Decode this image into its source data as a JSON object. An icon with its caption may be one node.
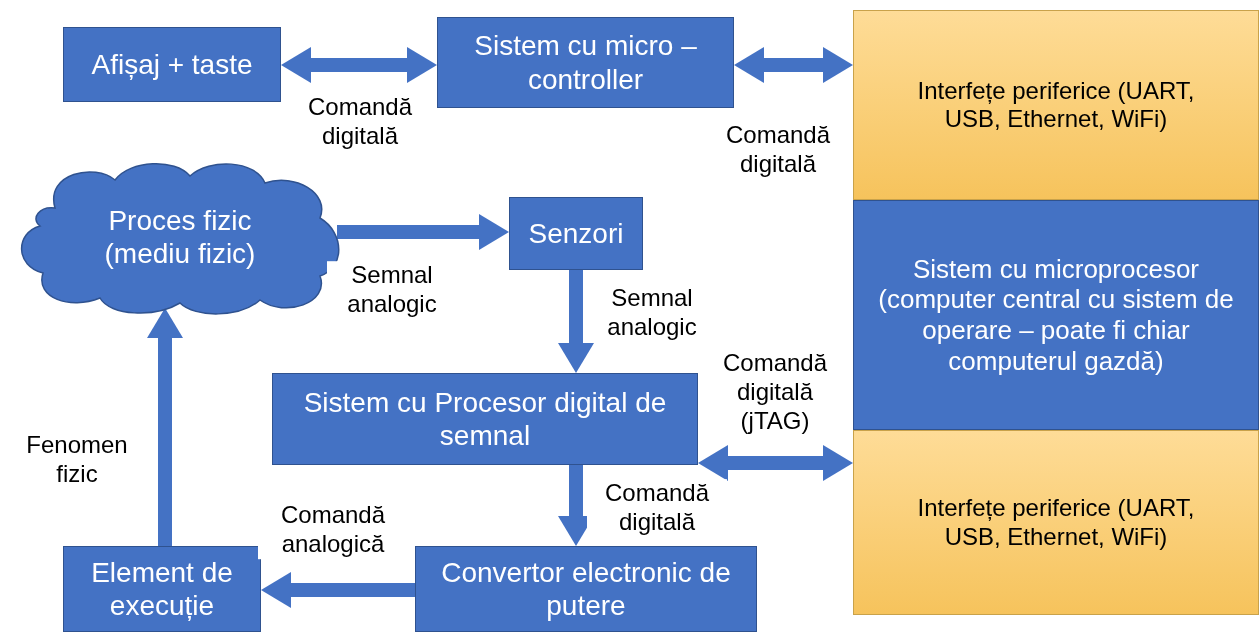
{
  "diagram": {
    "nodes": [
      {
        "text": [
          "Afișaj + taste"
        ]
      },
      {
        "text": [
          "Sistem cu micro – controller"
        ]
      },
      {
        "text": [
          "Interfețe periferice (UART, USB, Ethernet, WiFi)"
        ]
      },
      {
        "text": [
          "Proces fizic (mediu fizic)"
        ]
      },
      {
        "text": [
          "Senzori"
        ]
      },
      {
        "text": [
          "Sistem cu microprocesor (computer central cu sistem de operare – poate fi chiar computerul gazdă)"
        ]
      },
      {
        "text": [
          "Sistem cu Procesor digital de semnal"
        ]
      },
      {
        "text": [
          "Interfețe periferice (UART, USB, Ethernet, WiFi)"
        ]
      },
      {
        "text": [
          "Element de execuție"
        ]
      },
      {
        "text": [
          "Convertor electronic de putere"
        ]
      }
    ],
    "edges": [
      {
        "from": 0,
        "to": 1,
        "arrow": "both",
        "label": "Comandă digitală"
      },
      {
        "from": 1,
        "to": 2,
        "arrow": "both",
        "label": "Comandă digitală"
      },
      {
        "from": 3,
        "to": 4,
        "arrow": "to",
        "label": "Semnal analogic"
      },
      {
        "from": 4,
        "to": 6,
        "arrow": "to",
        "label": "Semnal analogic"
      },
      {
        "from": 6,
        "to": 7,
        "arrow": "both",
        "label": "Comandă digitală (jTAG)"
      },
      {
        "from": 6,
        "to": 9,
        "arrow": "to",
        "label": "Comandă digitală"
      },
      {
        "from": 9,
        "to": 8,
        "arrow": "to",
        "label": "Comandă analogică"
      },
      {
        "from": 8,
        "to": 3,
        "arrow": "to",
        "label": "Fenomen fizic"
      }
    ]
  }
}
